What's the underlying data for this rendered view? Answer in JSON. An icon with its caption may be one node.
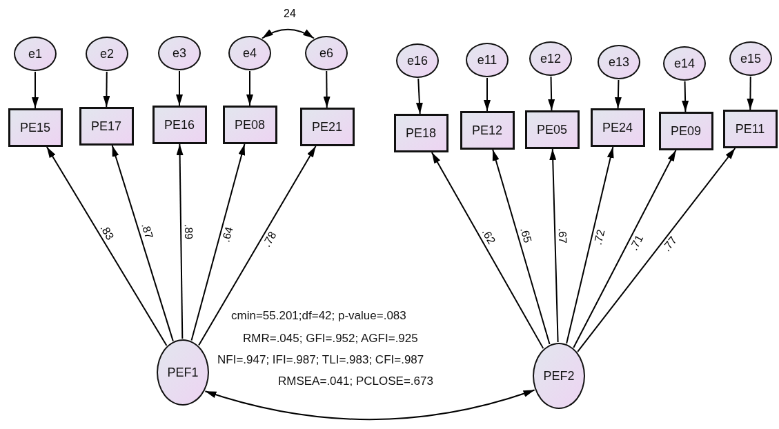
{
  "diagram": {
    "nodes": [
      {
        "text": [
          "e1"
        ]
      },
      {
        "text": [
          "e2"
        ]
      },
      {
        "text": [
          "e3"
        ]
      },
      {
        "text": [
          "e4"
        ]
      },
      {
        "text": [
          "e6"
        ]
      },
      {
        "text": [
          "PE15"
        ]
      },
      {
        "text": [
          "PE17"
        ]
      },
      {
        "text": [
          "PE16"
        ]
      },
      {
        "text": [
          "PE08"
        ]
      },
      {
        "text": [
          "PE21"
        ]
      },
      {
        "text": [
          "e16"
        ]
      },
      {
        "text": [
          "e11"
        ]
      },
      {
        "text": [
          "e12"
        ]
      },
      {
        "text": [
          "e13"
        ]
      },
      {
        "text": [
          "e14"
        ]
      },
      {
        "text": [
          "e15"
        ]
      },
      {
        "text": [
          "PE18"
        ]
      },
      {
        "text": [
          "PE12"
        ]
      },
      {
        "text": [
          "PE05"
        ]
      },
      {
        "text": [
          "PE24"
        ]
      },
      {
        "text": [
          "PE09"
        ]
      },
      {
        "text": [
          "PE11"
        ]
      },
      {
        "text": [
          "PEF1"
        ]
      },
      {
        "text": [
          "PEF2"
        ]
      }
    ],
    "edges": [
      {
        "from": 0,
        "to": 5,
        "arrow": "to"
      },
      {
        "from": 1,
        "to": 6,
        "arrow": "to"
      },
      {
        "from": 2,
        "to": 7,
        "arrow": "to"
      },
      {
        "from": 3,
        "to": 8,
        "arrow": "to"
      },
      {
        "from": 4,
        "to": 9,
        "arrow": "to"
      },
      {
        "from": 10,
        "to": 16,
        "arrow": "to"
      },
      {
        "from": 11,
        "to": 17,
        "arrow": "to"
      },
      {
        "from": 12,
        "to": 18,
        "arrow": "to"
      },
      {
        "from": 13,
        "to": 19,
        "arrow": "to"
      },
      {
        "from": 14,
        "to": 20,
        "arrow": "to"
      },
      {
        "from": 15,
        "to": 21,
        "arrow": "to"
      },
      {
        "from": 22,
        "to": 5,
        "arrow": "to",
        "label": ".83"
      },
      {
        "from": 22,
        "to": 6,
        "arrow": "to",
        "label": ".87"
      },
      {
        "from": 22,
        "to": 7,
        "arrow": "to",
        "label": ".89"
      },
      {
        "from": 22,
        "to": 8,
        "arrow": "to",
        "label": ".64"
      },
      {
        "from": 22,
        "to": 9,
        "arrow": "to",
        "label": ".78"
      },
      {
        "from": 23,
        "to": 16,
        "arrow": "to",
        "label": ".62"
      },
      {
        "from": 23,
        "to": 17,
        "arrow": "to",
        "label": ".65"
      },
      {
        "from": 23,
        "to": 18,
        "arrow": "to",
        "label": ".67"
      },
      {
        "from": 23,
        "to": 19,
        "arrow": "to",
        "label": ".72"
      },
      {
        "from": 23,
        "to": 20,
        "arrow": "to",
        "label": ".71"
      },
      {
        "from": 23,
        "to": 21,
        "arrow": "to",
        "label": ".77"
      },
      {
        "from": 3,
        "to": 4,
        "arrow": "both",
        "label": "24"
      },
      {
        "from": 22,
        "to": 23,
        "arrow": "both"
      }
    ],
    "labels": [
      "cmin=55.201;df=42; p-value=.083",
      "RMR=.045; GFI=.952; AGFI=.925",
      "NFI=.947; IFI=.987; TLI=.983; CFI=.987",
      "RMSEA=.041; PCLOSE=.673"
    ]
  }
}
